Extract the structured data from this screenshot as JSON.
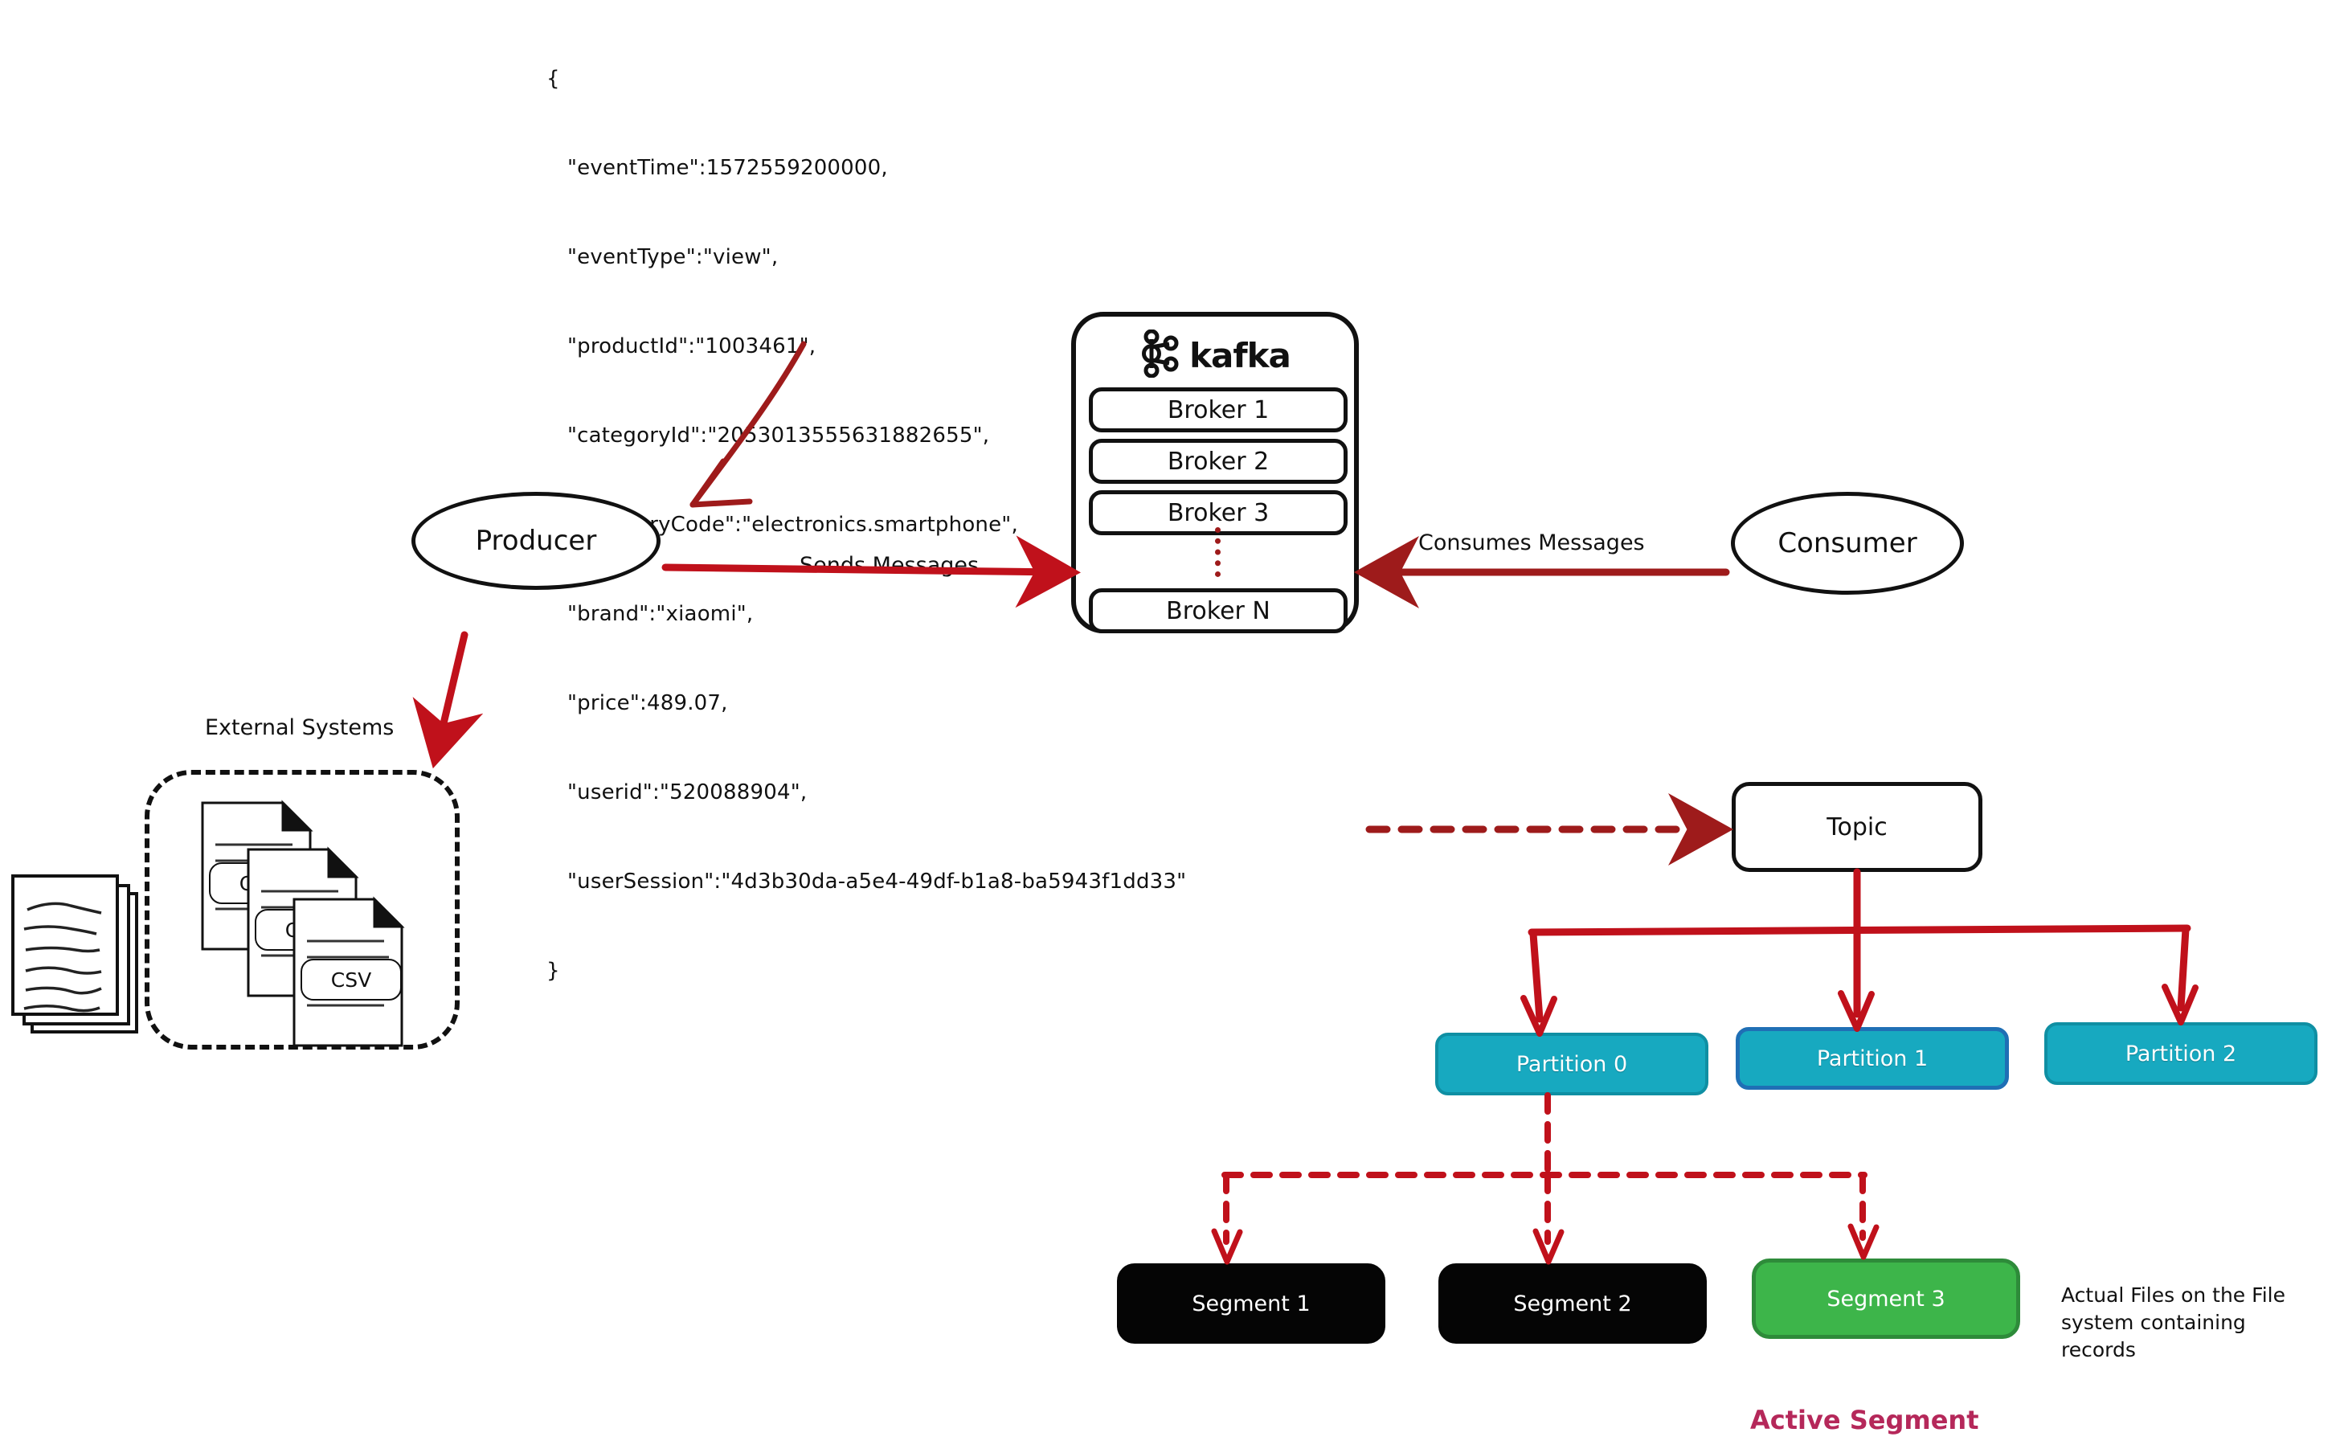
{
  "palette": {
    "ink": "#111111",
    "arrow_red": "#c0111b",
    "arrow_dark_red": "#9e1b1b",
    "partition_teal": "#17a9c0",
    "partition_teal_border": "#0f8fa3",
    "partition1_border": "#1f6fb5",
    "segment_black": "#050505",
    "segment_green": "#3db54a",
    "segment_green_border": "#2e8b3a",
    "active_segment_text": "#b5285a",
    "background": "#ffffff"
  },
  "json_message": {
    "open_brace": "{",
    "close_brace": "}",
    "lines": [
      "\"eventTime\":1572559200000,",
      "\"eventType\":\"view\",",
      "\"productId\":\"1003461\",",
      "\"categoryId\":\"2053013555631882655\",",
      "\"categoryCode\":\"electronics.smartphone\",",
      "\"brand\":\"xiaomi\",",
      "\"price\":489.07,",
      "\"userid\":\"520088904\",",
      "\"userSession\":\"4d3b30da-a5e4-49df-b1a8-ba5943f1dd33\""
    ]
  },
  "nodes": {
    "producer": "Producer",
    "consumer": "Consumer",
    "topic": "Topic",
    "kafka_logo_text": "kafka"
  },
  "cluster": {
    "brokers": [
      "Broker 1",
      "Broker 2",
      "Broker 3",
      "Broker N"
    ],
    "ellipsis_hint": "vertical-dotted-ellipsis"
  },
  "edges": {
    "sends_messages": "Sends Messages",
    "consumes_messages": "Consumes Messages"
  },
  "external_systems": {
    "label": "External Systems",
    "file_labels": [
      "CSV",
      "CSV",
      "CSV"
    ],
    "document_stack_name": "document-stack"
  },
  "partitions": [
    {
      "label": "Partition 0",
      "fill": "#17a9c0",
      "border": "#0f8fa3"
    },
    {
      "label": "Partition 1",
      "fill": "#17a9c0",
      "border": "#1f6fb5"
    },
    {
      "label": "Partition 2",
      "fill": "#17a9c0",
      "border": "#0f8fa3"
    }
  ],
  "segments": [
    {
      "label": "Segment 1",
      "fill": "#050505",
      "border": "#050505",
      "active": false
    },
    {
      "label": "Segment 2",
      "fill": "#050505",
      "border": "#050505",
      "active": false
    },
    {
      "label": "Segment 3",
      "fill": "#3db54a",
      "border": "#2e8b3a",
      "active": true
    }
  ],
  "notes": {
    "actual_files": "Actual Files on the File system containing records",
    "active_segment": "Active Segment"
  }
}
